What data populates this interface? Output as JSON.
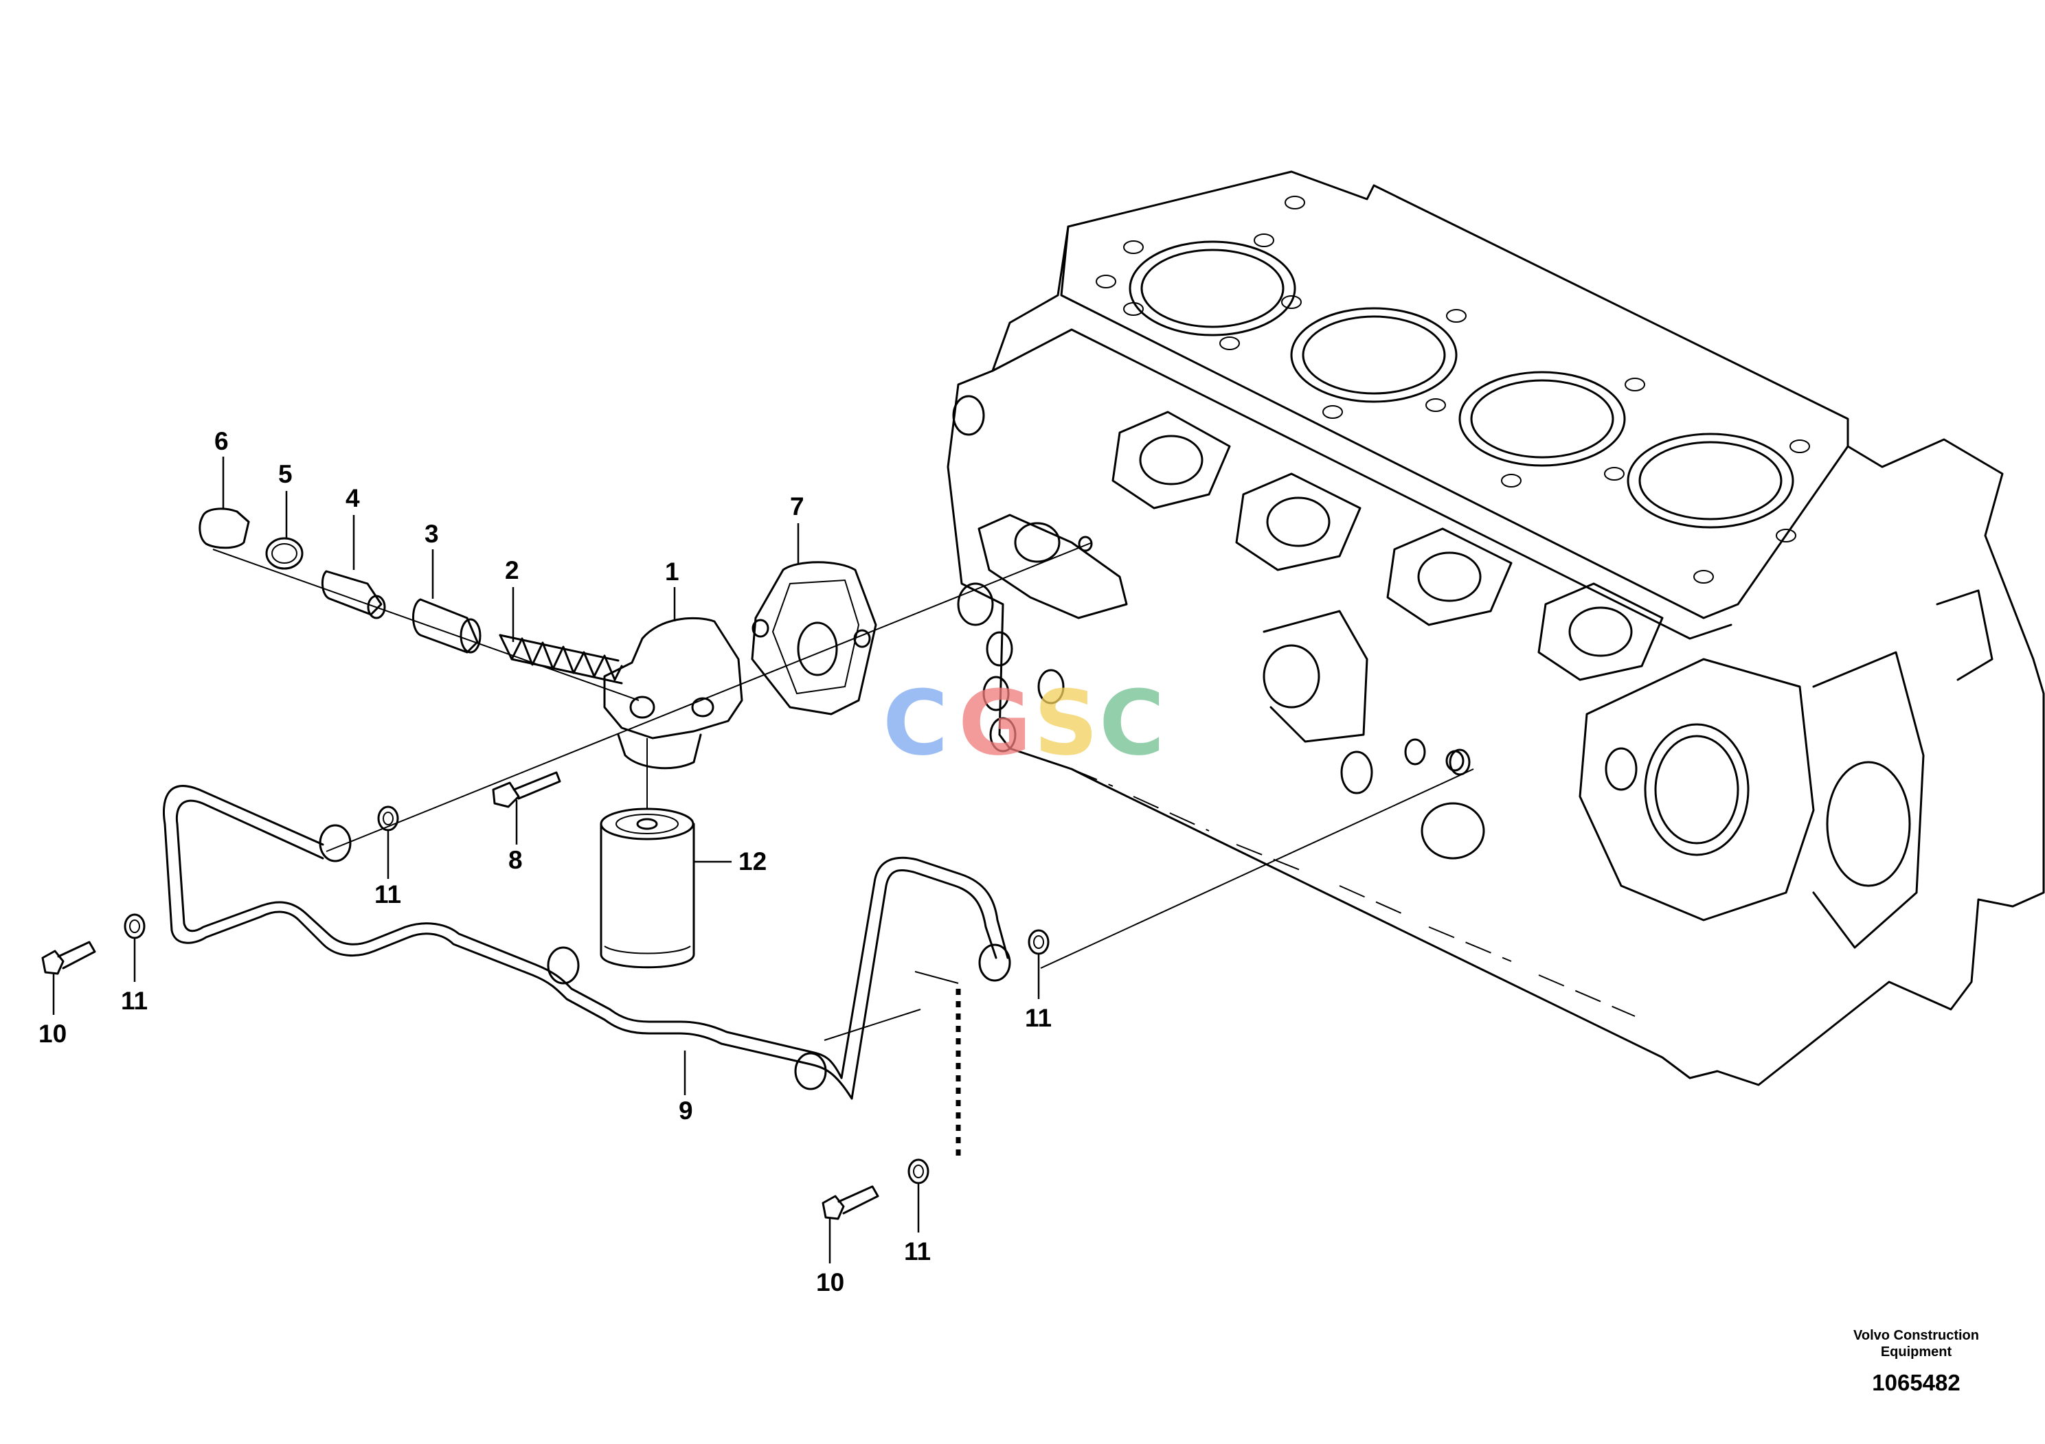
{
  "callouts": [
    {
      "id": "c1",
      "label": "1"
    },
    {
      "id": "c2",
      "label": "2"
    },
    {
      "id": "c3",
      "label": "3"
    },
    {
      "id": "c4",
      "label": "4"
    },
    {
      "id": "c5",
      "label": "5"
    },
    {
      "id": "c6",
      "label": "6"
    },
    {
      "id": "c7",
      "label": "7"
    },
    {
      "id": "c8",
      "label": "8"
    },
    {
      "id": "c9",
      "label": "9"
    },
    {
      "id": "c10a",
      "label": "10"
    },
    {
      "id": "c10b",
      "label": "10"
    },
    {
      "id": "c11a",
      "label": "11"
    },
    {
      "id": "c11b",
      "label": "11"
    },
    {
      "id": "c11c",
      "label": "11"
    },
    {
      "id": "c11d",
      "label": "11"
    },
    {
      "id": "c12",
      "label": "12"
    }
  ],
  "footer": {
    "manufacturer": "Volvo Construction\nEquipment",
    "drawing_number": "1065482"
  },
  "watermark": {
    "letters": [
      "C",
      "G",
      "S",
      "C"
    ],
    "colors": [
      "#7aa8f0",
      "#f07a7a",
      "#f2cf5a",
      "#6fbf8f"
    ]
  }
}
